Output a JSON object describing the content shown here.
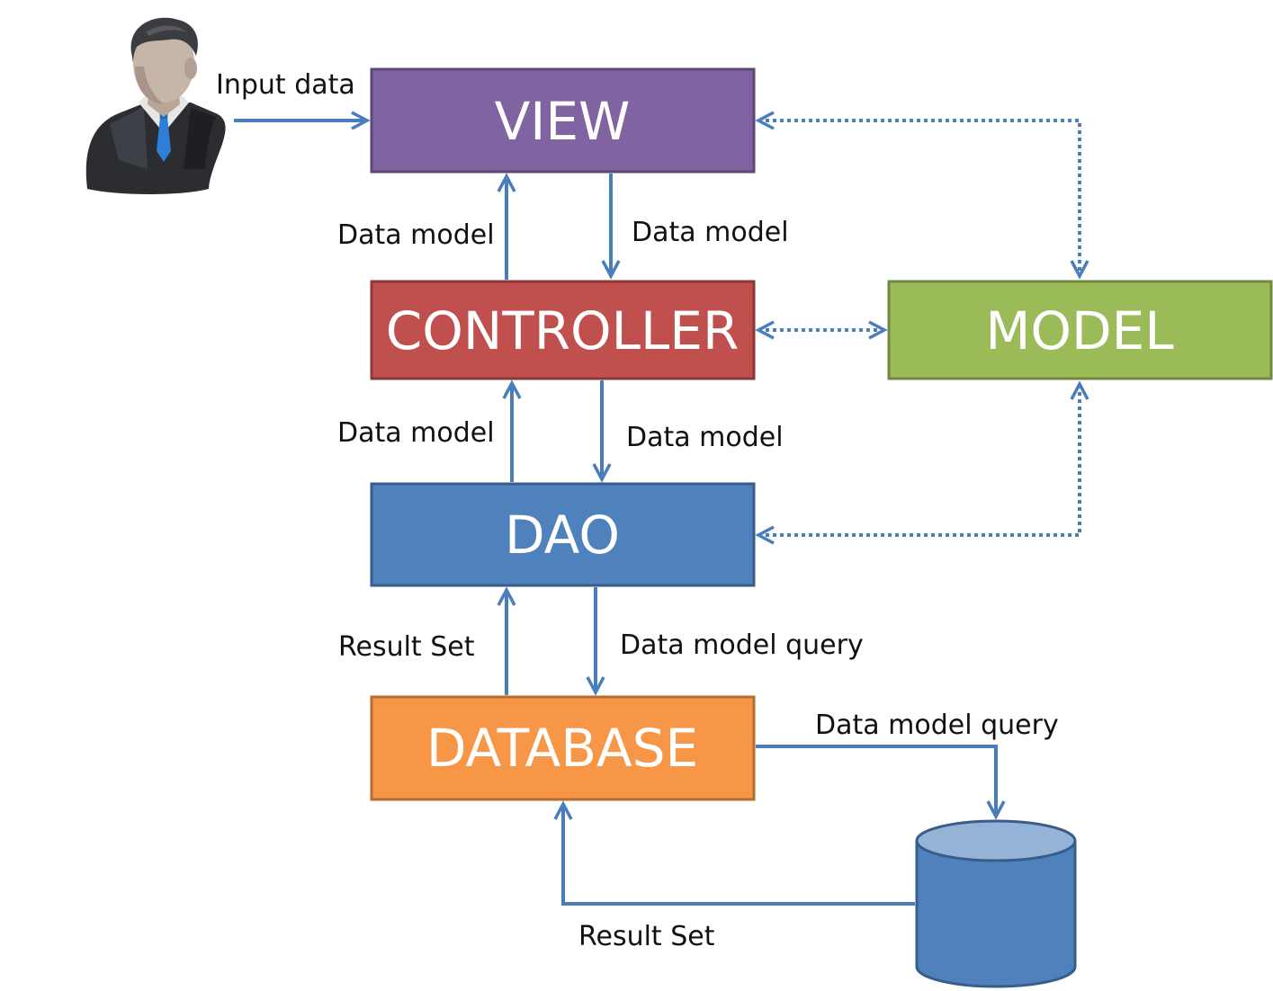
{
  "nodes": {
    "view": {
      "label": "VIEW",
      "fill": "#8064a2",
      "stroke": "#5c4776"
    },
    "controller": {
      "label": "CONTROLLER",
      "fill": "#c0504d",
      "stroke": "#8c3836"
    },
    "model": {
      "label": "MODEL",
      "fill": "#9bbb59",
      "stroke": "#71893f"
    },
    "dao": {
      "label": "DAO",
      "fill": "#4f81bd",
      "stroke": "#385d8a"
    },
    "database": {
      "label": "DATABASE",
      "fill": "#f79646",
      "stroke": "#b66d31"
    }
  },
  "edges": {
    "user_to_view": "Input data",
    "controller_to_view": "Data model",
    "view_to_controller": "Data model",
    "dao_to_controller": "Data model",
    "controller_to_dao": "Data model",
    "database_to_dao": "Result Set",
    "dao_to_database": "Data model query",
    "database_to_storage": "Data model query",
    "storage_to_database": "Result Set"
  },
  "colors": {
    "arrow": "#4a7ebb",
    "storage_body": "#4f81bd",
    "storage_top": "#95b3d7",
    "storage_stroke": "#385d8a"
  },
  "icons": {
    "user": "businessman-icon",
    "storage": "database-cylinder-icon"
  }
}
